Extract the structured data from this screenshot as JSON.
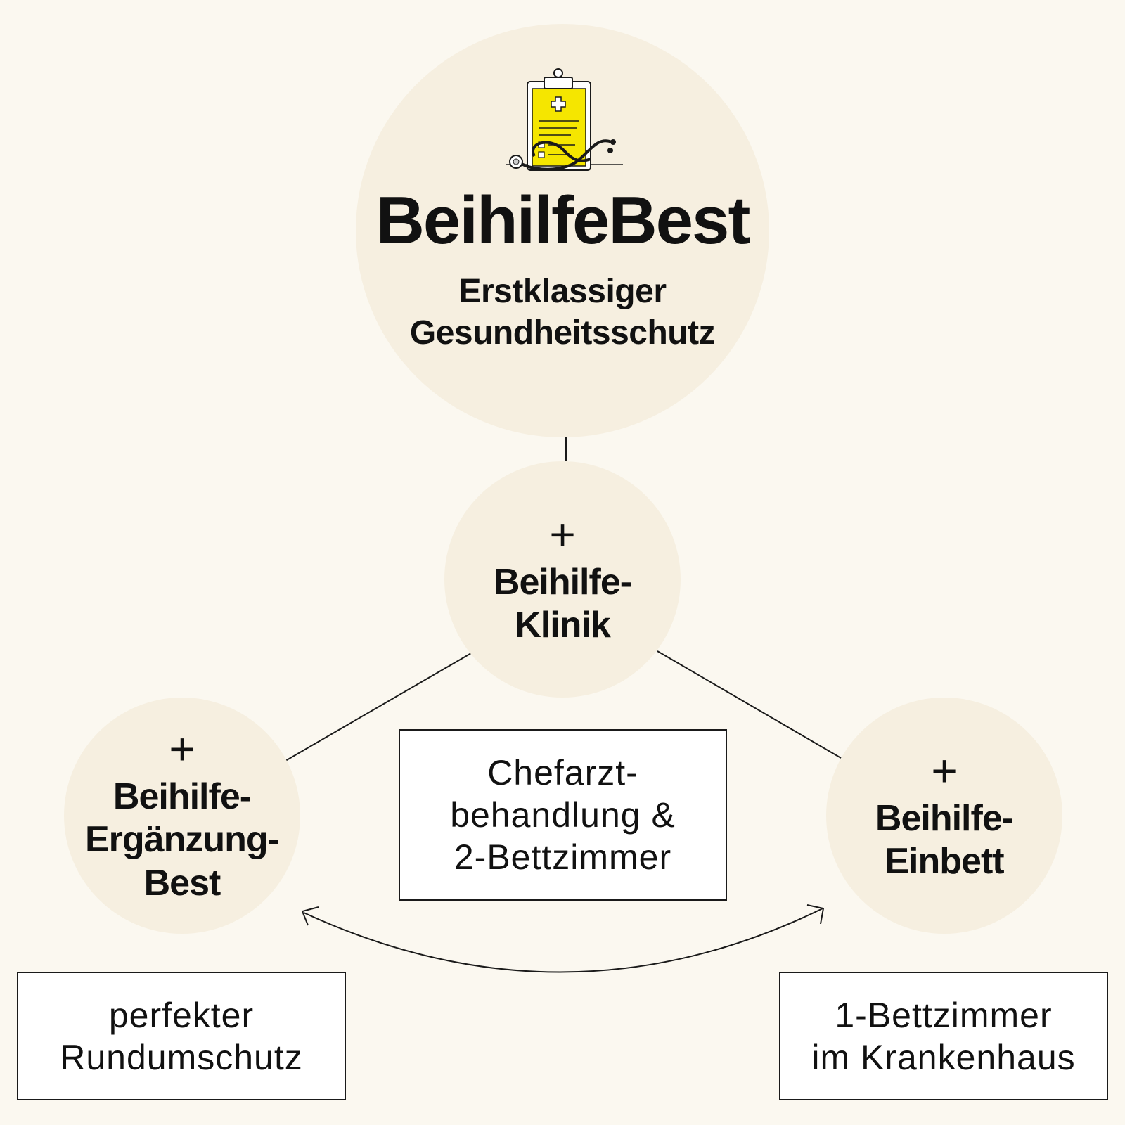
{
  "main_node": {
    "title": "BeihilfeBest",
    "subtitle_line1": "Erstklassiger",
    "subtitle_line2": "Gesundheitsschutz",
    "icon": "clipboard-stethoscope-icon"
  },
  "center_node": {
    "plus": "+",
    "line1": "Beihilfe-",
    "line2": "Klinik",
    "note": "Chefarzt-\nbehandlung &\n2-Bettzimmer"
  },
  "left_node": {
    "plus": "+",
    "line1": "Beihilfe-",
    "line2": "Ergänzung-",
    "line3": "Best",
    "note": "perfekter\nRundumschutz"
  },
  "right_node": {
    "plus": "+",
    "line1": "Beihilfe-",
    "line2": "Einbett",
    "note": "1-Bettzimmer\nim Krankenhaus"
  },
  "colors": {
    "background": "#fbf8f0",
    "circle_fill": "#f6efe0",
    "icon_accent": "#f5e600",
    "line": "#1a1a1a"
  }
}
